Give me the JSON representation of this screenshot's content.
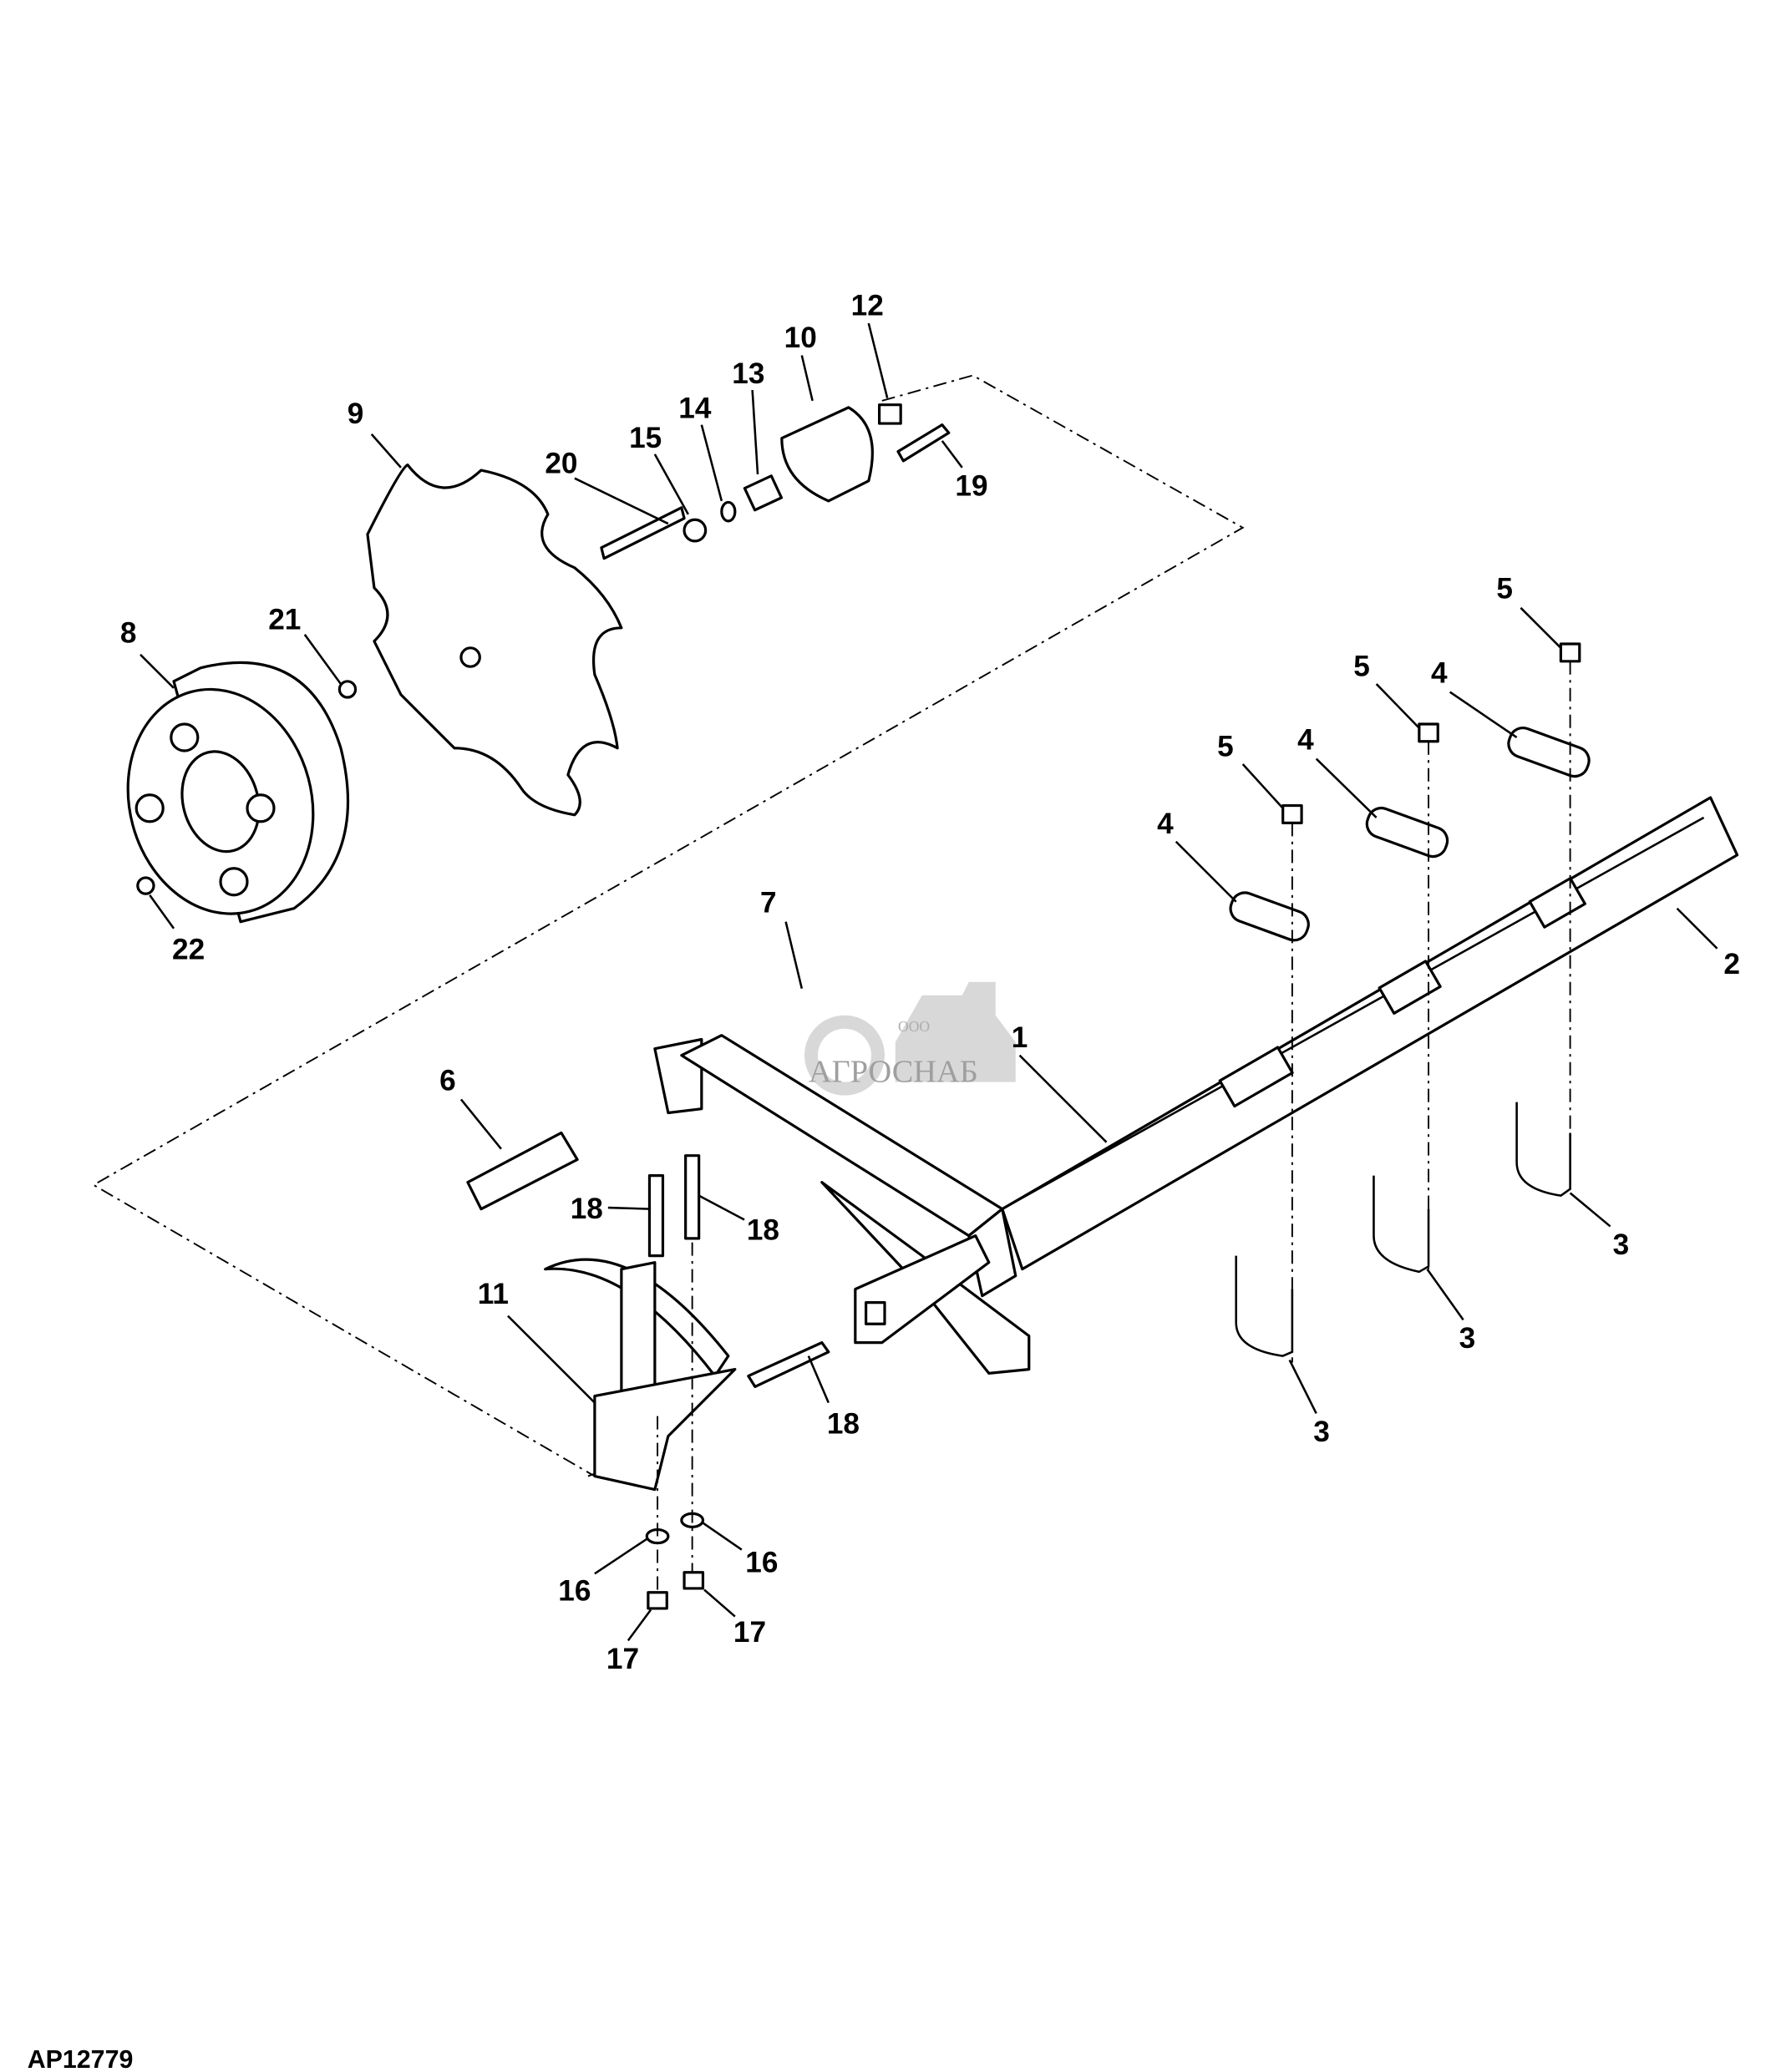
{
  "figure_id": "AP12779",
  "watermark": {
    "company_prefix": "ООО",
    "company_name": "АГРОСНАБ"
  },
  "callouts": [
    "1",
    "2",
    "3",
    "3",
    "3",
    "4",
    "4",
    "4",
    "5",
    "5",
    "5",
    "6",
    "7",
    "8",
    "9",
    "10",
    "11",
    "12",
    "13",
    "14",
    "15",
    "16",
    "16",
    "17",
    "17",
    "18",
    "18",
    "18",
    "19",
    "20",
    "21",
    "22"
  ]
}
